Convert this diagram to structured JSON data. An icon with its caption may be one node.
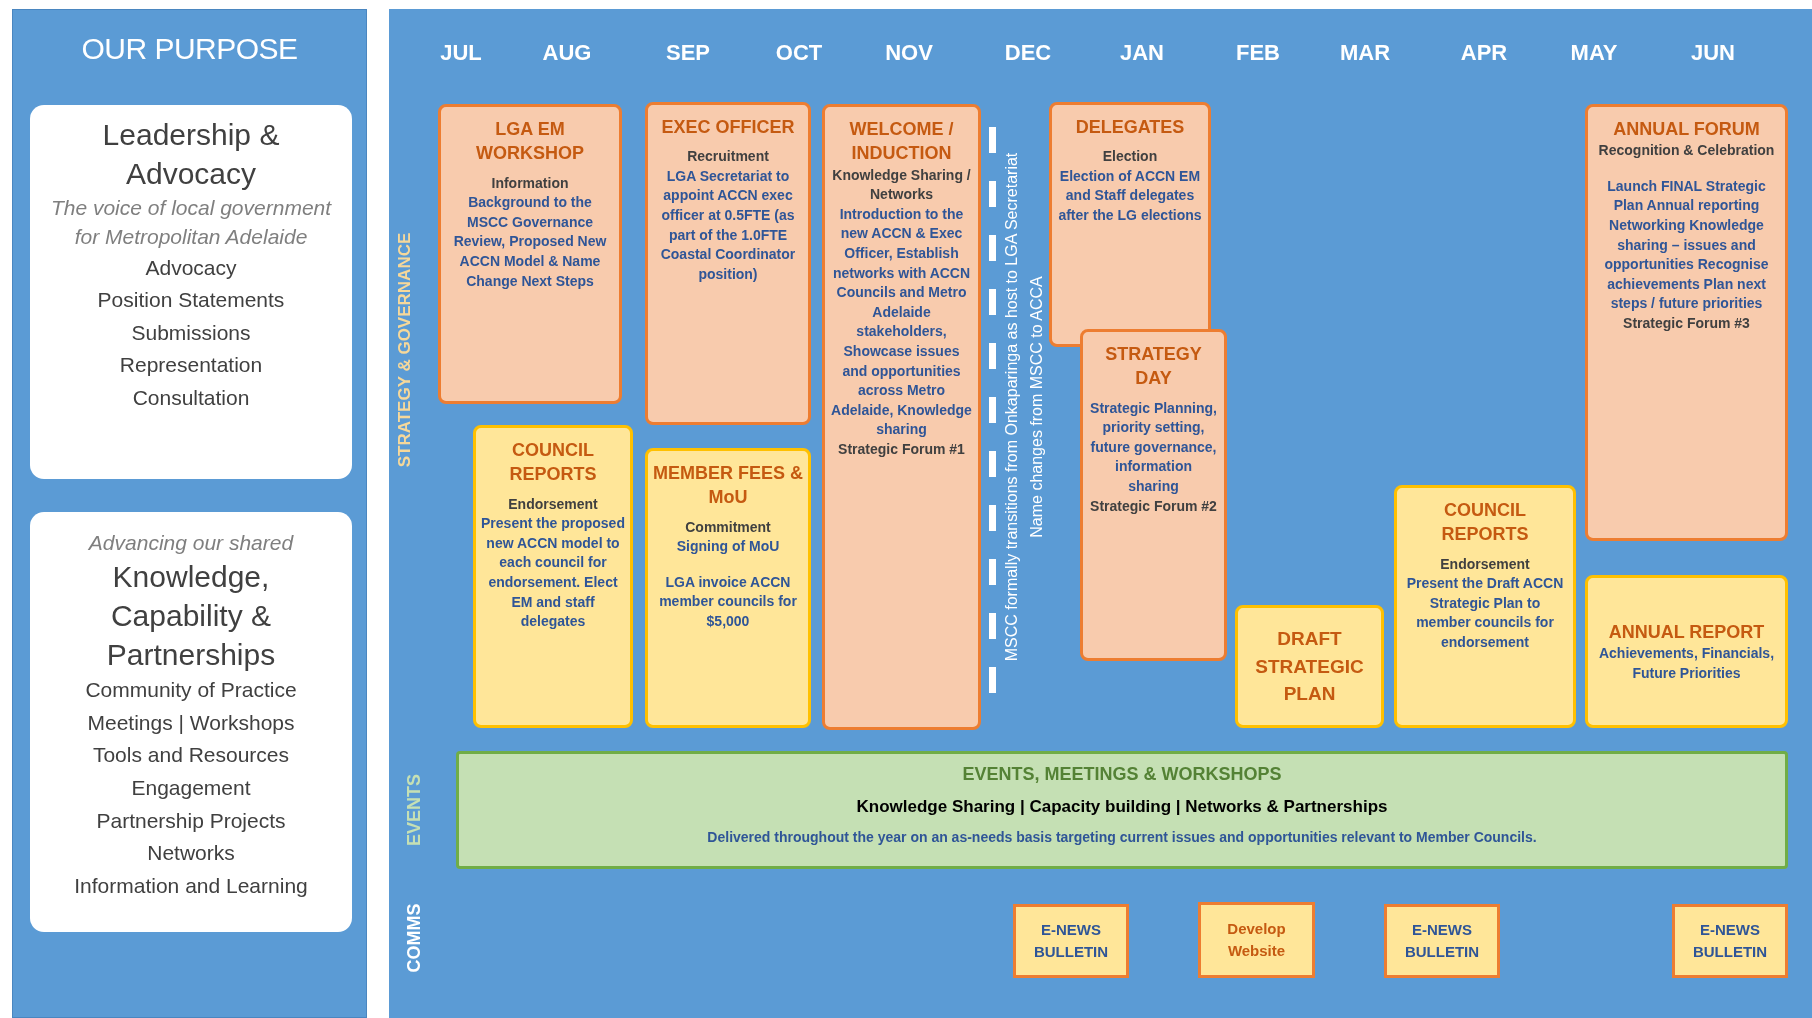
{
  "diagram": {
    "nodes": [
      {
        "text": [
          "OUR PURPOSE"
        ]
      },
      {
        "text": [
          "Leadership & Advocacy",
          "The voice of local government for Metropolitan Adelaide",
          "Advocacy",
          "Position Statements",
          "Submissions",
          "Representation",
          "Consultation"
        ],
        "in": 0
      },
      {
        "text": [
          "Advancing our shared",
          "Knowledge, Capability & Partnerships",
          "Community of Practice",
          "Meetings | Workshops",
          "Tools and Resources",
          "Engagement",
          "Partnership Projects",
          "Networks",
          "Information and Learning"
        ],
        "in": 0
      },
      {
        "text": [
          "LGA EM WORKSHOP",
          "Information",
          "Background to the MSCC Governance Review, Proposed New ACCN Model & Name Change Next Steps"
        ]
      },
      {
        "text": [
          "EXEC OFFICER",
          "Recruitment",
          "LGA Secretariat to appoint ACCN exec officer at 0.5FTE (as part of the 1.0FTE Coastal Coordinator position)"
        ]
      },
      {
        "text": [
          "WELCOME / INDUCTION",
          "Knowledge Sharing / Networks",
          "Introduction to the new ACCN & Exec Officer, Establish networks with ACCN Councils and Metro Adelaide stakeholders, Showcase issues and opportunities across Metro Adelaide, Knowledge sharing",
          "Strategic Forum #1"
        ]
      },
      {
        "text": [
          "DELEGATES",
          "Election",
          "Election of ACCN EM and Staff delegates after the LG elections"
        ]
      },
      {
        "text": [
          "ANNUAL FORUM",
          "Recognition & Celebration",
          "Launch FINAL Strategic Plan Annual reporting Networking Knowledge sharing – issues and opportunities Recognise achievements Plan next steps / future priorities",
          "Strategic Forum #3"
        ]
      },
      {
        "text": [
          "STRATEGY DAY",
          "Strategic Planning, priority setting, future governance, information sharing",
          "Strategic Forum #2"
        ]
      },
      {
        "text": [
          "COUNCIL REPORTS",
          "Endorsement",
          "Present the proposed new ACCN model to each council for endorsement. Elect EM and staff delegates"
        ]
      },
      {
        "text": [
          "MEMBER FEES & MoU",
          "Commitment",
          "Signing of MoU",
          "LGA invoice ACCN member councils for $5,000"
        ]
      },
      {
        "text": [
          "COUNCIL REPORTS",
          "Endorsement",
          "Present the Draft ACCN Strategic Plan to member councils for endorsement"
        ]
      },
      {
        "text": [
          "DRAFT STRATEGIC PLAN"
        ]
      },
      {
        "text": [
          "ANNUAL REPORT",
          "Achievements, Financials, Future Priorities"
        ]
      },
      {
        "text": [
          "EVENTS, MEETINGS & WORKSHOPS",
          "Knowledge Sharing | Capacity building | Networks & Partnerships",
          "Delivered throughout the year on an as-needs basis targeting current issues and opportunities relevant to Member Councils."
        ]
      },
      {
        "text": [
          "E-NEWS BULLETIN"
        ]
      },
      {
        "text": [
          "Develop Website"
        ]
      },
      {
        "text": [
          "E-NEWS BULLETIN"
        ]
      },
      {
        "text": [
          "E-NEWS BULLETIN"
        ]
      }
    ],
    "labels": [
      "JUL",
      "AUG",
      "SEP",
      "OCT",
      "NOV",
      "DEC",
      "JAN",
      "FEB",
      "MAR",
      "APR",
      "MAY",
      "JUN",
      "STRATEGY & GOVERNANCE",
      "MSCC formally transitions from Onkaparinga as host to LGA Secretariat",
      "Name changes from MSCC to ACCA",
      "EVENTS",
      "COMMS"
    ]
  }
}
